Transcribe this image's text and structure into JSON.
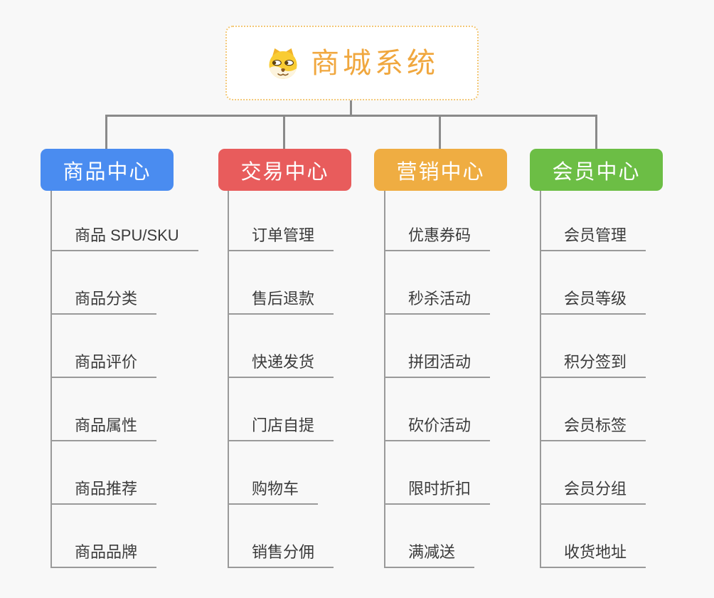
{
  "root": {
    "title": "商城系统",
    "icon": "dog-face-icon"
  },
  "branches": [
    {
      "label": "商品中心",
      "color": "#4a8cf0",
      "children": [
        "商品 SPU/SKU",
        "商品分类",
        "商品评价",
        "商品属性",
        "商品推荐",
        "商品品牌"
      ]
    },
    {
      "label": "交易中心",
      "color": "#e85c5c",
      "children": [
        "订单管理",
        "售后退款",
        "快递发货",
        "门店自提",
        "购物车",
        "销售分佣"
      ]
    },
    {
      "label": "营销中心",
      "color": "#efad42",
      "children": [
        "优惠券码",
        "秒杀活动",
        "拼团活动",
        "砍价活动",
        "限时折扣",
        "满减送"
      ]
    },
    {
      "label": "会员中心",
      "color": "#6cbe45",
      "children": [
        "会员管理",
        "会员等级",
        "积分签到",
        "会员标签",
        "会员分组",
        "收货地址"
      ]
    }
  ],
  "colors": {
    "background": "#f8f8f8",
    "connector_line": "#8a8a8a",
    "leaf_underline": "#9a9a9a",
    "leaf_text": "#3b3b3b",
    "root_text": "#f0a73e",
    "root_border": "#f3c877",
    "branch_text": "#ffffff"
  }
}
